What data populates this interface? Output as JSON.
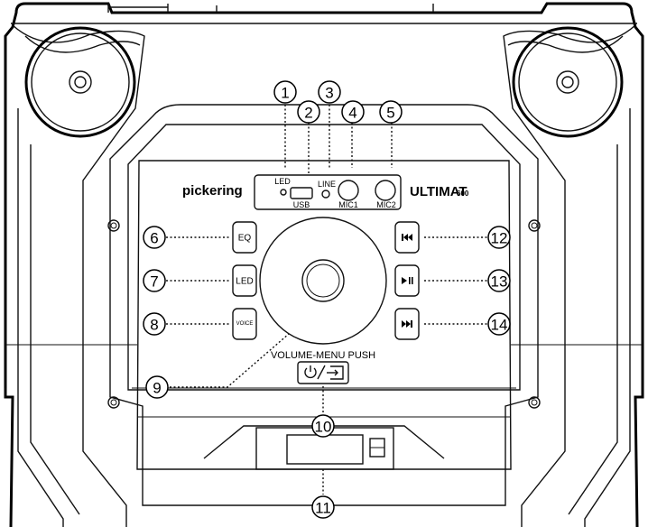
{
  "brand": {
    "logo_left": "pickering",
    "logo_right": "ULTIMAT",
    "logo_right_super": "600"
  },
  "io_panel": {
    "led_label": "LED",
    "usb_label": "USB",
    "line_label": "LINE",
    "mic1_label": "MIC1",
    "mic2_label": "MIC2"
  },
  "buttons_left": {
    "eq": "EQ",
    "led": "LED",
    "voice": "VOICE"
  },
  "volume_label": "VOLUME-MENU PUSH",
  "callouts": [
    "1",
    "2",
    "3",
    "4",
    "5",
    "6",
    "7",
    "8",
    "9",
    "10",
    "11",
    "12",
    "13",
    "14"
  ]
}
